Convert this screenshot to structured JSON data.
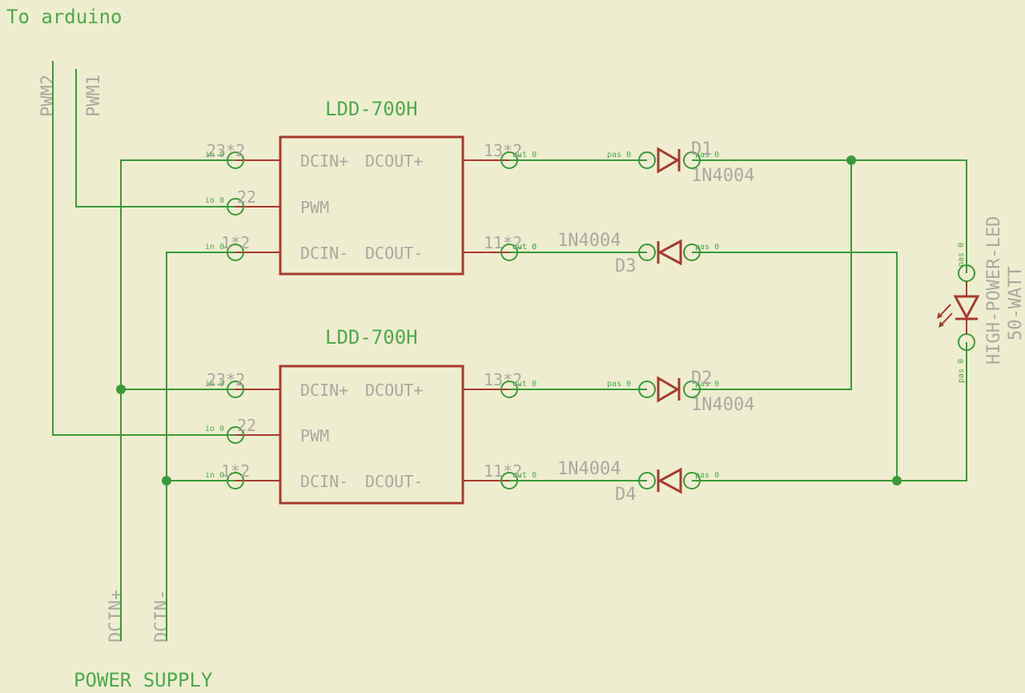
{
  "notes": {
    "to_arduino": "To arduino",
    "power_supply": "POWER SUPPLY"
  },
  "nets": {
    "pwm2": "PWM2",
    "pwm1": "PWM1",
    "dcin_plus": "DCIN+",
    "dcin_minus": "DCIN-"
  },
  "drivers": [
    {
      "name": "LDD-700H",
      "pins": {
        "dcin_plus": "DCIN+",
        "dcout_plus": "DCOUT+",
        "pwm": "PWM",
        "dcin_minus": "DCIN-",
        "dcout_minus": "DCOUT-"
      },
      "pin_numbers": {
        "p1": "23*2",
        "p2": "22",
        "p3": "1*2",
        "p4": "13*2",
        "p5": "11*2"
      }
    },
    {
      "name": "LDD-700H",
      "pins": {
        "dcin_plus": "DCIN+",
        "dcout_plus": "DCOUT+",
        "pwm": "PWM",
        "dcin_minus": "DCIN-",
        "dcout_minus": "DCOUT-"
      },
      "pin_numbers": {
        "p1": "23*2",
        "p2": "22",
        "p3": "1*2",
        "p4": "13*2",
        "p5": "11*2"
      }
    }
  ],
  "pin_types": {
    "in": "in 0",
    "io": "io 0",
    "out": "out 0",
    "pas": "pas 0"
  },
  "diodes": [
    {
      "name": "D1",
      "value": "1N4004"
    },
    {
      "name": "D3",
      "value": "1N4004"
    },
    {
      "name": "D2",
      "value": "1N4004"
    },
    {
      "name": "D4",
      "value": "1N4004"
    }
  ],
  "led": {
    "name": "HIGH-POWER-LED",
    "value": "50-WATT"
  },
  "colors": {
    "background": "#efedd0",
    "wire": "#3a9a3a",
    "symbol": "#a83a2e",
    "label_gray": "#a9a9a0",
    "label_green": "#4caa4c"
  }
}
